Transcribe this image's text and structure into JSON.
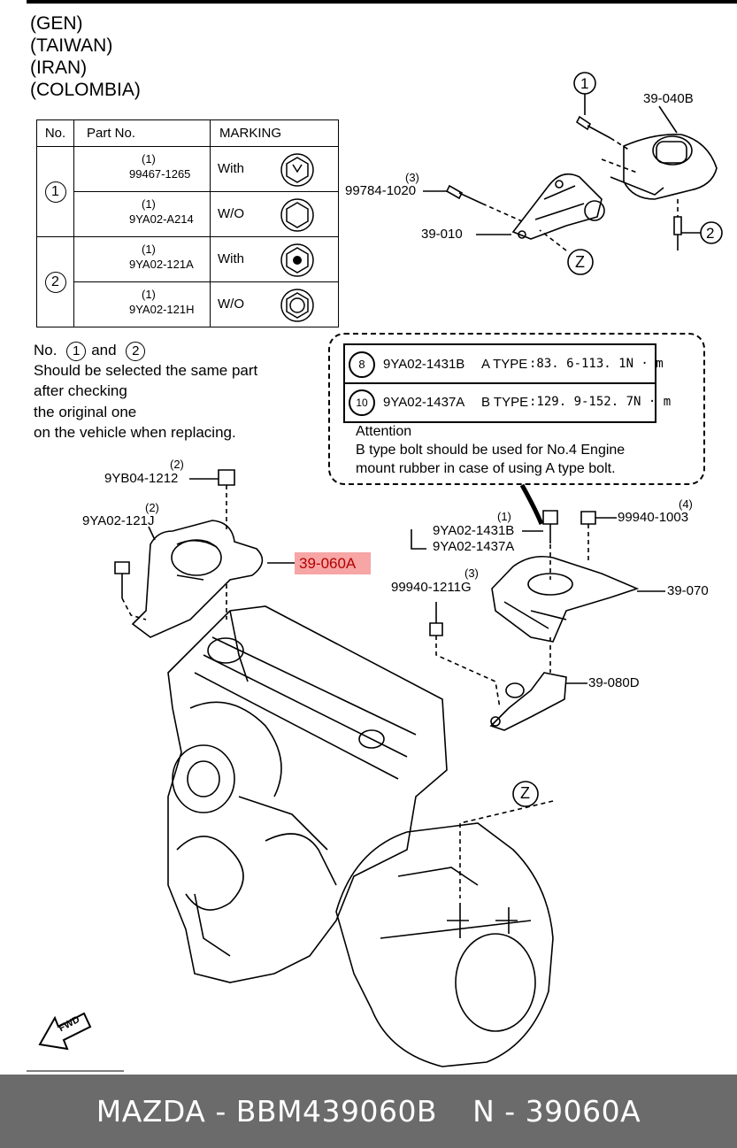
{
  "regions": [
    "(GEN)",
    "(TAIWAN)",
    "(IRAN)",
    "(COLOMBIA)"
  ],
  "table": {
    "headers": [
      "No.",
      "Part No.",
      "MARKING"
    ],
    "groups": [
      {
        "no": "1",
        "rows": [
          {
            "qty": "(1)",
            "part": "99467-1265",
            "marking": "With"
          },
          {
            "qty": "(1)",
            "part": "9YA02-A214",
            "marking": "W/O"
          }
        ]
      },
      {
        "no": "2",
        "rows": [
          {
            "qty": "(1)",
            "part": "9YA02-121A",
            "marking": "With"
          },
          {
            "qty": "(1)",
            "part": "9YA02-121H",
            "marking": "W/O"
          }
        ]
      }
    ]
  },
  "note": {
    "line1_prefix": "No.",
    "circle1": "1",
    "and": "and",
    "circle2": "2",
    "lines": [
      "Should be selected the same part",
      "after checking",
      "the original one",
      "on the vehicle when replacing."
    ]
  },
  "attention_box": {
    "rows": [
      {
        "badge": "8",
        "part": "9YA02-1431B",
        "type": "A TYPE",
        "torque": ":83. 6-113. 1N · m"
      },
      {
        "badge": "10",
        "part": "9YA02-1437A",
        "type": "B TYPE",
        "torque": ":129. 9-152. 7N · m"
      }
    ],
    "title": "Attention",
    "text1": "B type bolt should be used for No.4 Engine",
    "text2": "mount rubber in case of using A type bolt."
  },
  "callouts": {
    "c1": "1",
    "c2": "2",
    "z": "Z",
    "p39040B": "39-040B",
    "p99784": "99784-1020",
    "q3": "(3)",
    "p39010": "39-010",
    "q2a": "(2)",
    "p9YB04": "9YB04-1212",
    "q2b": "(2)",
    "p9YA02121J": "9YA02-121J",
    "p39060A": "39-060A",
    "q1": "(1)",
    "p1431B": "9YA02-1431B",
    "p1437A": "9YA02-1437A",
    "q4": "(4)",
    "p99940_1003": "99940-1003",
    "q3b": "(3)",
    "p99940_1211G": "99940-1211G",
    "p39070": "39-070",
    "p39080D": "39-080D",
    "fwd": "FWD"
  },
  "footer": {
    "left": "MAZDA - BBM439060B",
    "right": "N - 39060A"
  }
}
